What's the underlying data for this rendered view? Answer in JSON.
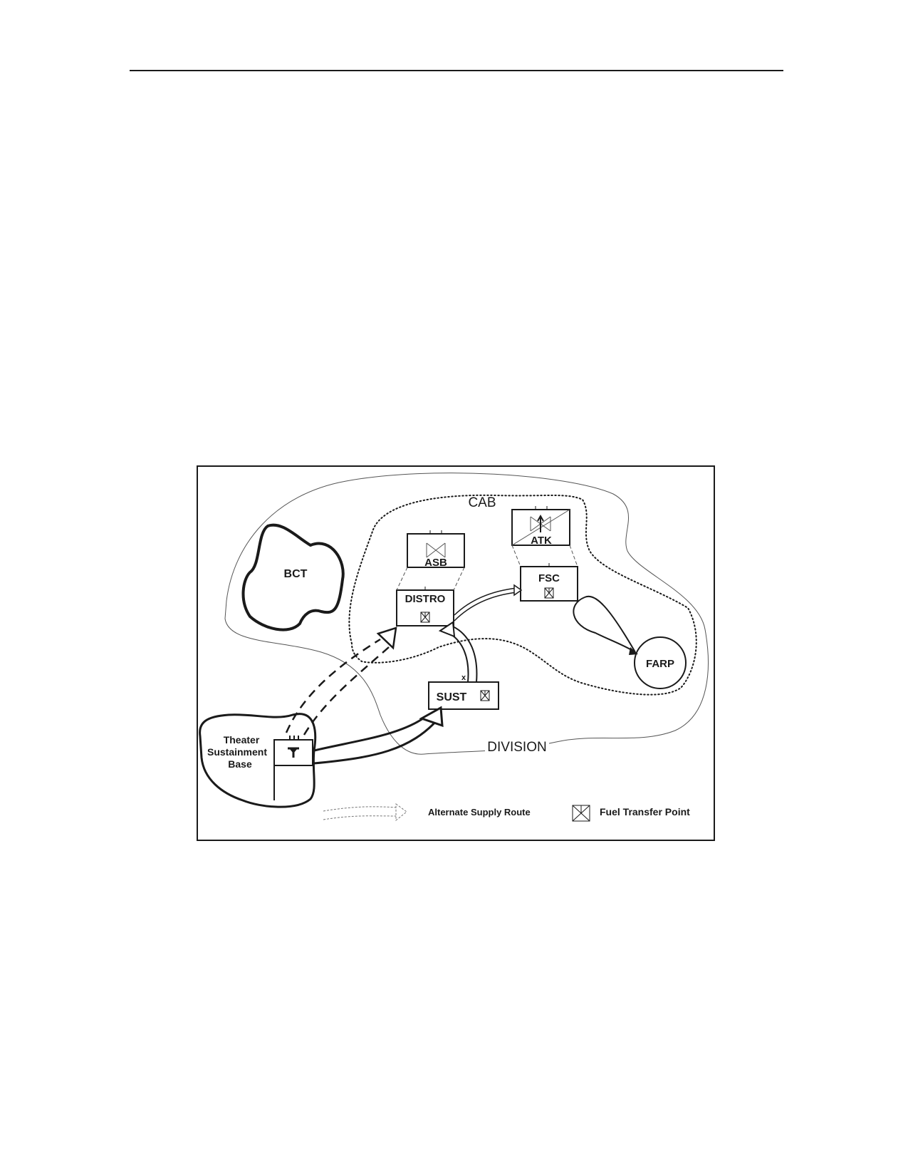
{
  "figure": {
    "areas": {
      "division": "DIVISION",
      "cab": "CAB",
      "bct": "BCT"
    },
    "units": {
      "asb": "ASB",
      "atk": "ATK",
      "fsc": "FSC",
      "distro": "DISTRO",
      "sust": "SUST",
      "sust_echelon": "x",
      "farp": "FARP"
    },
    "theater_base": {
      "line1": "Theater",
      "line2": "Sustainment",
      "line3": "Base"
    },
    "legend": {
      "alternate_route": "Alternate Supply Route",
      "fuel_point": "Fuel Transfer Point"
    },
    "colors": {
      "ink": "#1a1a1a",
      "paper": "#ffffff"
    }
  }
}
